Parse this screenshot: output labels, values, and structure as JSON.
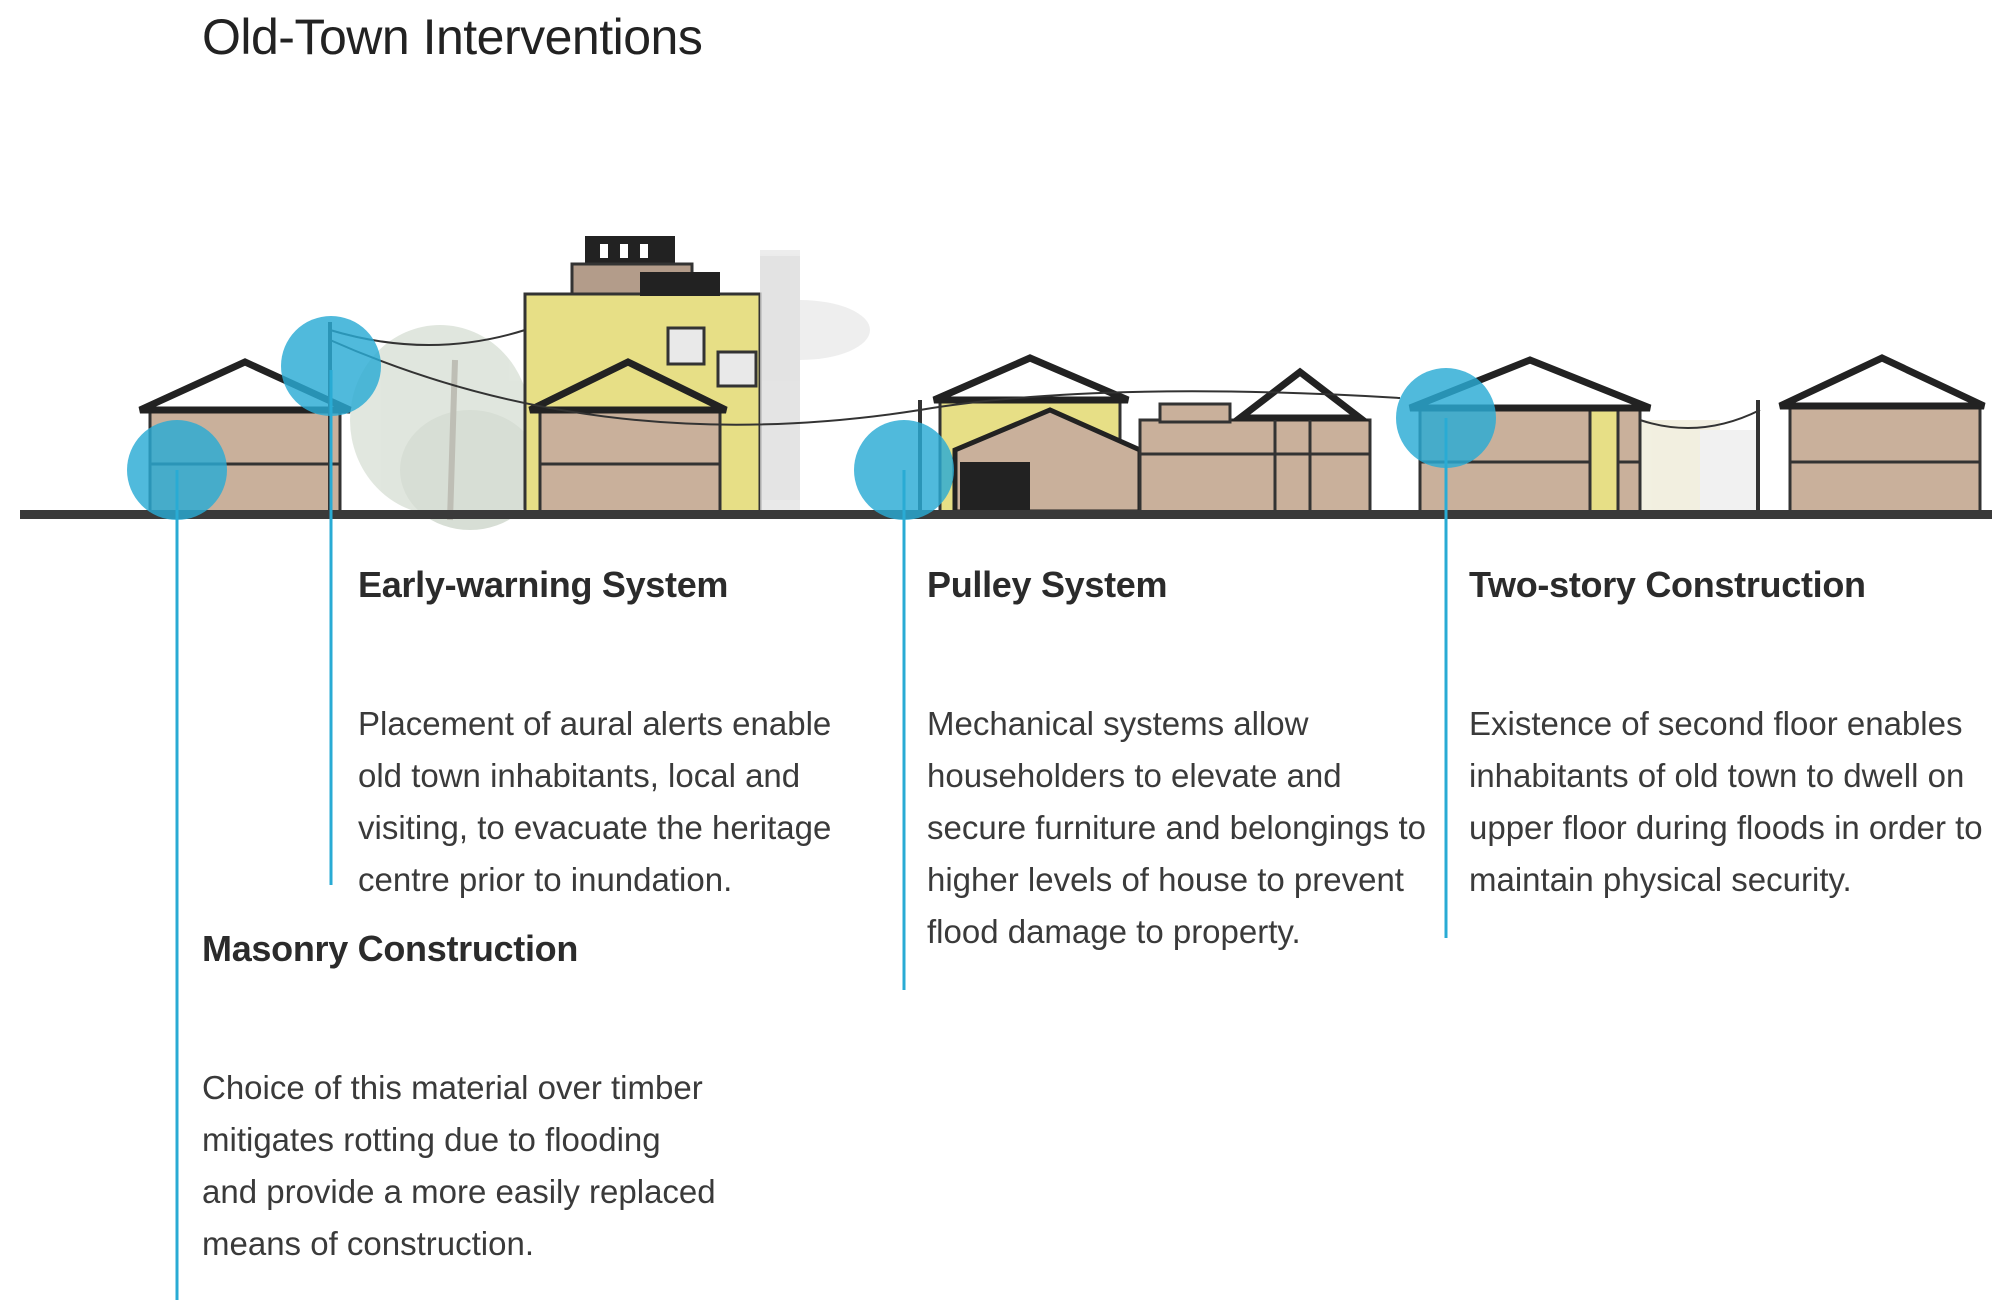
{
  "title": "Old-Town Interventions",
  "colors": {
    "accent": "#29ABD4",
    "wall": "#C9B09B",
    "accent_building": "#E8E184",
    "ground": "#3A3A3A",
    "text": "#3A3A3A"
  },
  "interventions": [
    {
      "heading": "Early-warning System",
      "body": "Placement of aural alerts enable old town inhabitants, local and visiting, to evacuate the heritage centre prior to inundation."
    },
    {
      "heading": "Pulley System",
      "body": "Mechanical systems allow householders to elevate and secure furniture and belongings to higher levels of house to prevent flood damage to property."
    },
    {
      "heading": "Two-story Construction",
      "body": "Existence of second floor enables inhabitants of old town to dwell on upper floor during floods in order to maintain physical security."
    },
    {
      "heading": "Masonry Construction",
      "body": "Choice of this material over timber mitigates rotting due to flooding and provide a more easily replaced means of construction."
    }
  ]
}
